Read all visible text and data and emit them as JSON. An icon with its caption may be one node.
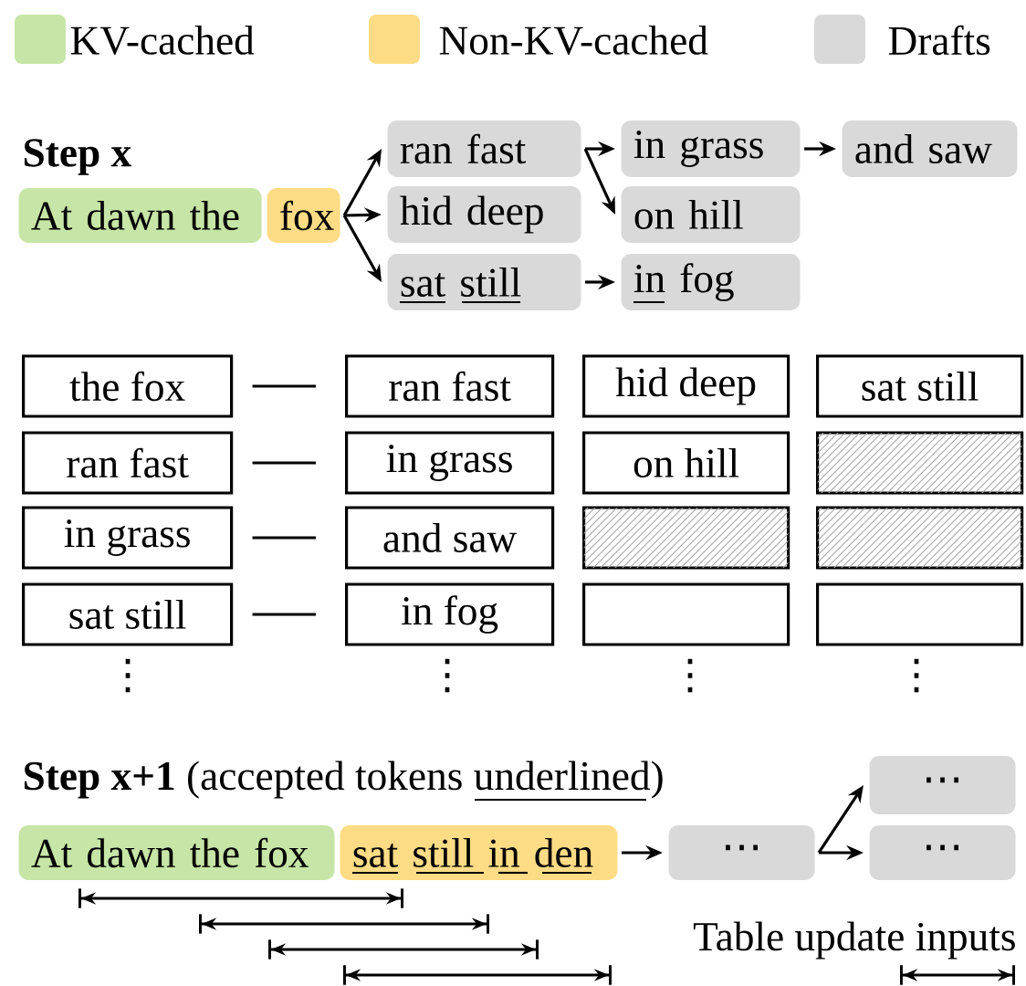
{
  "diagram": {
    "nodes": [
      {
        "text": [
          "At dawn the"
        ]
      },
      {
        "text": [
          "fox"
        ]
      },
      {
        "text": [
          "ran fast"
        ]
      },
      {
        "text": [
          "hid deep"
        ]
      },
      {
        "text": [
          "sat still"
        ]
      },
      {
        "text": [
          "in grass"
        ]
      },
      {
        "text": [
          "on hill"
        ]
      },
      {
        "text": [
          "in fog"
        ]
      },
      {
        "text": [
          "and saw"
        ]
      },
      {
        "text": [
          "the fox"
        ]
      },
      {
        "text": [
          "ran fast"
        ]
      },
      {
        "text": [
          "hid deep"
        ]
      },
      {
        "text": [
          "sat still"
        ]
      },
      {
        "text": [
          "ran fast"
        ]
      },
      {
        "text": [
          "in grass"
        ]
      },
      {
        "text": [
          "on hill"
        ]
      },
      {
        "text": [],
        "shape": "box"
      },
      {
        "text": [
          "in grass"
        ]
      },
      {
        "text": [
          "and saw"
        ]
      },
      {
        "text": [],
        "shape": "box"
      },
      {
        "text": [],
        "shape": "box"
      },
      {
        "text": [
          "sat still"
        ]
      },
      {
        "text": [
          "in fog"
        ]
      },
      {
        "text": [],
        "shape": "box"
      },
      {
        "text": [],
        "shape": "box"
      },
      {
        "text": [
          "At dawn the fox"
        ]
      },
      {
        "text": [
          "sat still in den"
        ]
      },
      {
        "text": [
          "⋯"
        ]
      },
      {
        "text": [
          "⋯"
        ]
      },
      {
        "text": [
          "⋯"
        ]
      }
    ],
    "edges": [
      {
        "from": 1,
        "to": 2,
        "arrow": "to"
      },
      {
        "from": 1,
        "to": 3,
        "arrow": "to"
      },
      {
        "from": 1,
        "to": 4,
        "arrow": "to"
      },
      {
        "from": 2,
        "to": 5,
        "arrow": "to"
      },
      {
        "from": 2,
        "to": 6,
        "arrow": "to"
      },
      {
        "from": 5,
        "to": 8,
        "arrow": "to"
      },
      {
        "from": 4,
        "to": 7,
        "arrow": "to"
      },
      {
        "from": 9,
        "to": 10,
        "arrow": "none"
      },
      {
        "from": 13,
        "to": 14,
        "arrow": "none"
      },
      {
        "from": 17,
        "to": 18,
        "arrow": "none"
      },
      {
        "from": 21,
        "to": 22,
        "arrow": "none"
      },
      {
        "from": 26,
        "to": 27,
        "arrow": "to"
      },
      {
        "from": 27,
        "to": 28,
        "arrow": "to"
      },
      {
        "from": 27,
        "to": 29,
        "arrow": "to"
      }
    ],
    "labels": [
      "Step x",
      "**Step x+1** (accepted tokens underlined)",
      "⋮",
      "⋮",
      "⋮",
      "⋮",
      "Table update inputs"
    ],
    "legend": [
      {
        "text": "KV-cached",
        "color": "#c6e5a6"
      },
      {
        "text": "Non-KV-cached",
        "color": "#fddc85"
      },
      {
        "text": "Drafts",
        "color": "#d9d9d9"
      }
    ]
  }
}
